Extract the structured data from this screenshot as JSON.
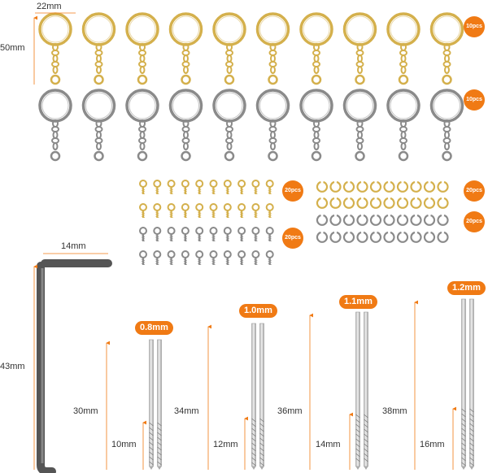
{
  "colors": {
    "accent": "#f07a14",
    "gold": "#d4b04c",
    "silver": "#8a8a8a",
    "measure": "#f07a14"
  },
  "keyrings": {
    "ring_width": "22mm",
    "height": "50mm",
    "gold_qty": "10pcs",
    "silver_qty": "10pcs",
    "gold_count": 10,
    "silver_count": 10
  },
  "screw_eyes": {
    "gold_qty": "20pcs",
    "silver_qty": "20pcs"
  },
  "jump_rings": {
    "gold_qty": "20pcs",
    "silver_qty": "20pcs"
  },
  "hex_key": {
    "width": "14mm",
    "height": "43mm"
  },
  "drill_bits": [
    {
      "diameter": "0.8mm",
      "total": "30mm",
      "flute": "10mm"
    },
    {
      "diameter": "1.0mm",
      "total": "34mm",
      "flute": "12mm"
    },
    {
      "diameter": "1.1mm",
      "total": "36mm",
      "flute": "14mm"
    },
    {
      "diameter": "1.2mm",
      "total": "38mm",
      "flute": "16mm"
    }
  ]
}
